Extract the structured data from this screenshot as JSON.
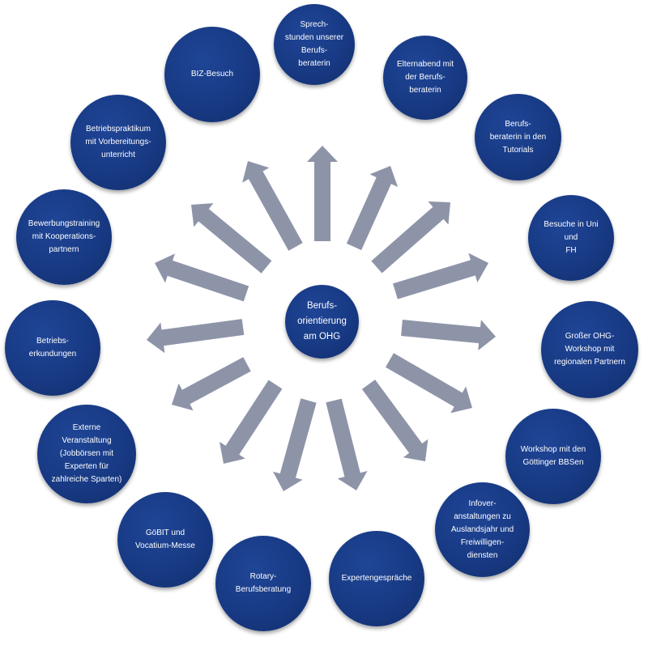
{
  "center": {
    "label": "Berufs-\norientierung\nam OHG"
  },
  "colors": {
    "node": "#183a84",
    "arrow": "#8e94a8"
  },
  "items": [
    {
      "label": "Sprech-\nstunden unserer\nBerufs-\nberaterin"
    },
    {
      "label": "Elternabend mit\nder Berufs-\nberaterin"
    },
    {
      "label": "Berufs-\nberaterin in den\nTutorials"
    },
    {
      "label": "Besuche in Uni und\nFH"
    },
    {
      "label": "Großer OHG-\nWorkshop mit\nregionalen Partnern"
    },
    {
      "label": "Workshop mit den\nGöttinger BBSen"
    },
    {
      "label": "Infover-\nanstaltungen zu\nAuslandsjahr und\nFreiwilligen-\ndiensten"
    },
    {
      "label": "Expertengespräche"
    },
    {
      "label": "Rotary-\nBerufsberatung"
    },
    {
      "label": "GöBIT und\nVocatium-Messe"
    },
    {
      "label": "Externe\nVeranstaltung\n(Jobbörsen mit\nExperten für\nzahlreiche Sparten)"
    },
    {
      "label": "Betriebs-\nerkundungen"
    },
    {
      "label": "Bewerbungstraining\nmit Kooperations-\npartnern"
    },
    {
      "label": "Betriebspraktikum\nmit Vorbereitungs-\nunterricht"
    },
    {
      "label": "BIZ-Besuch"
    }
  ]
}
